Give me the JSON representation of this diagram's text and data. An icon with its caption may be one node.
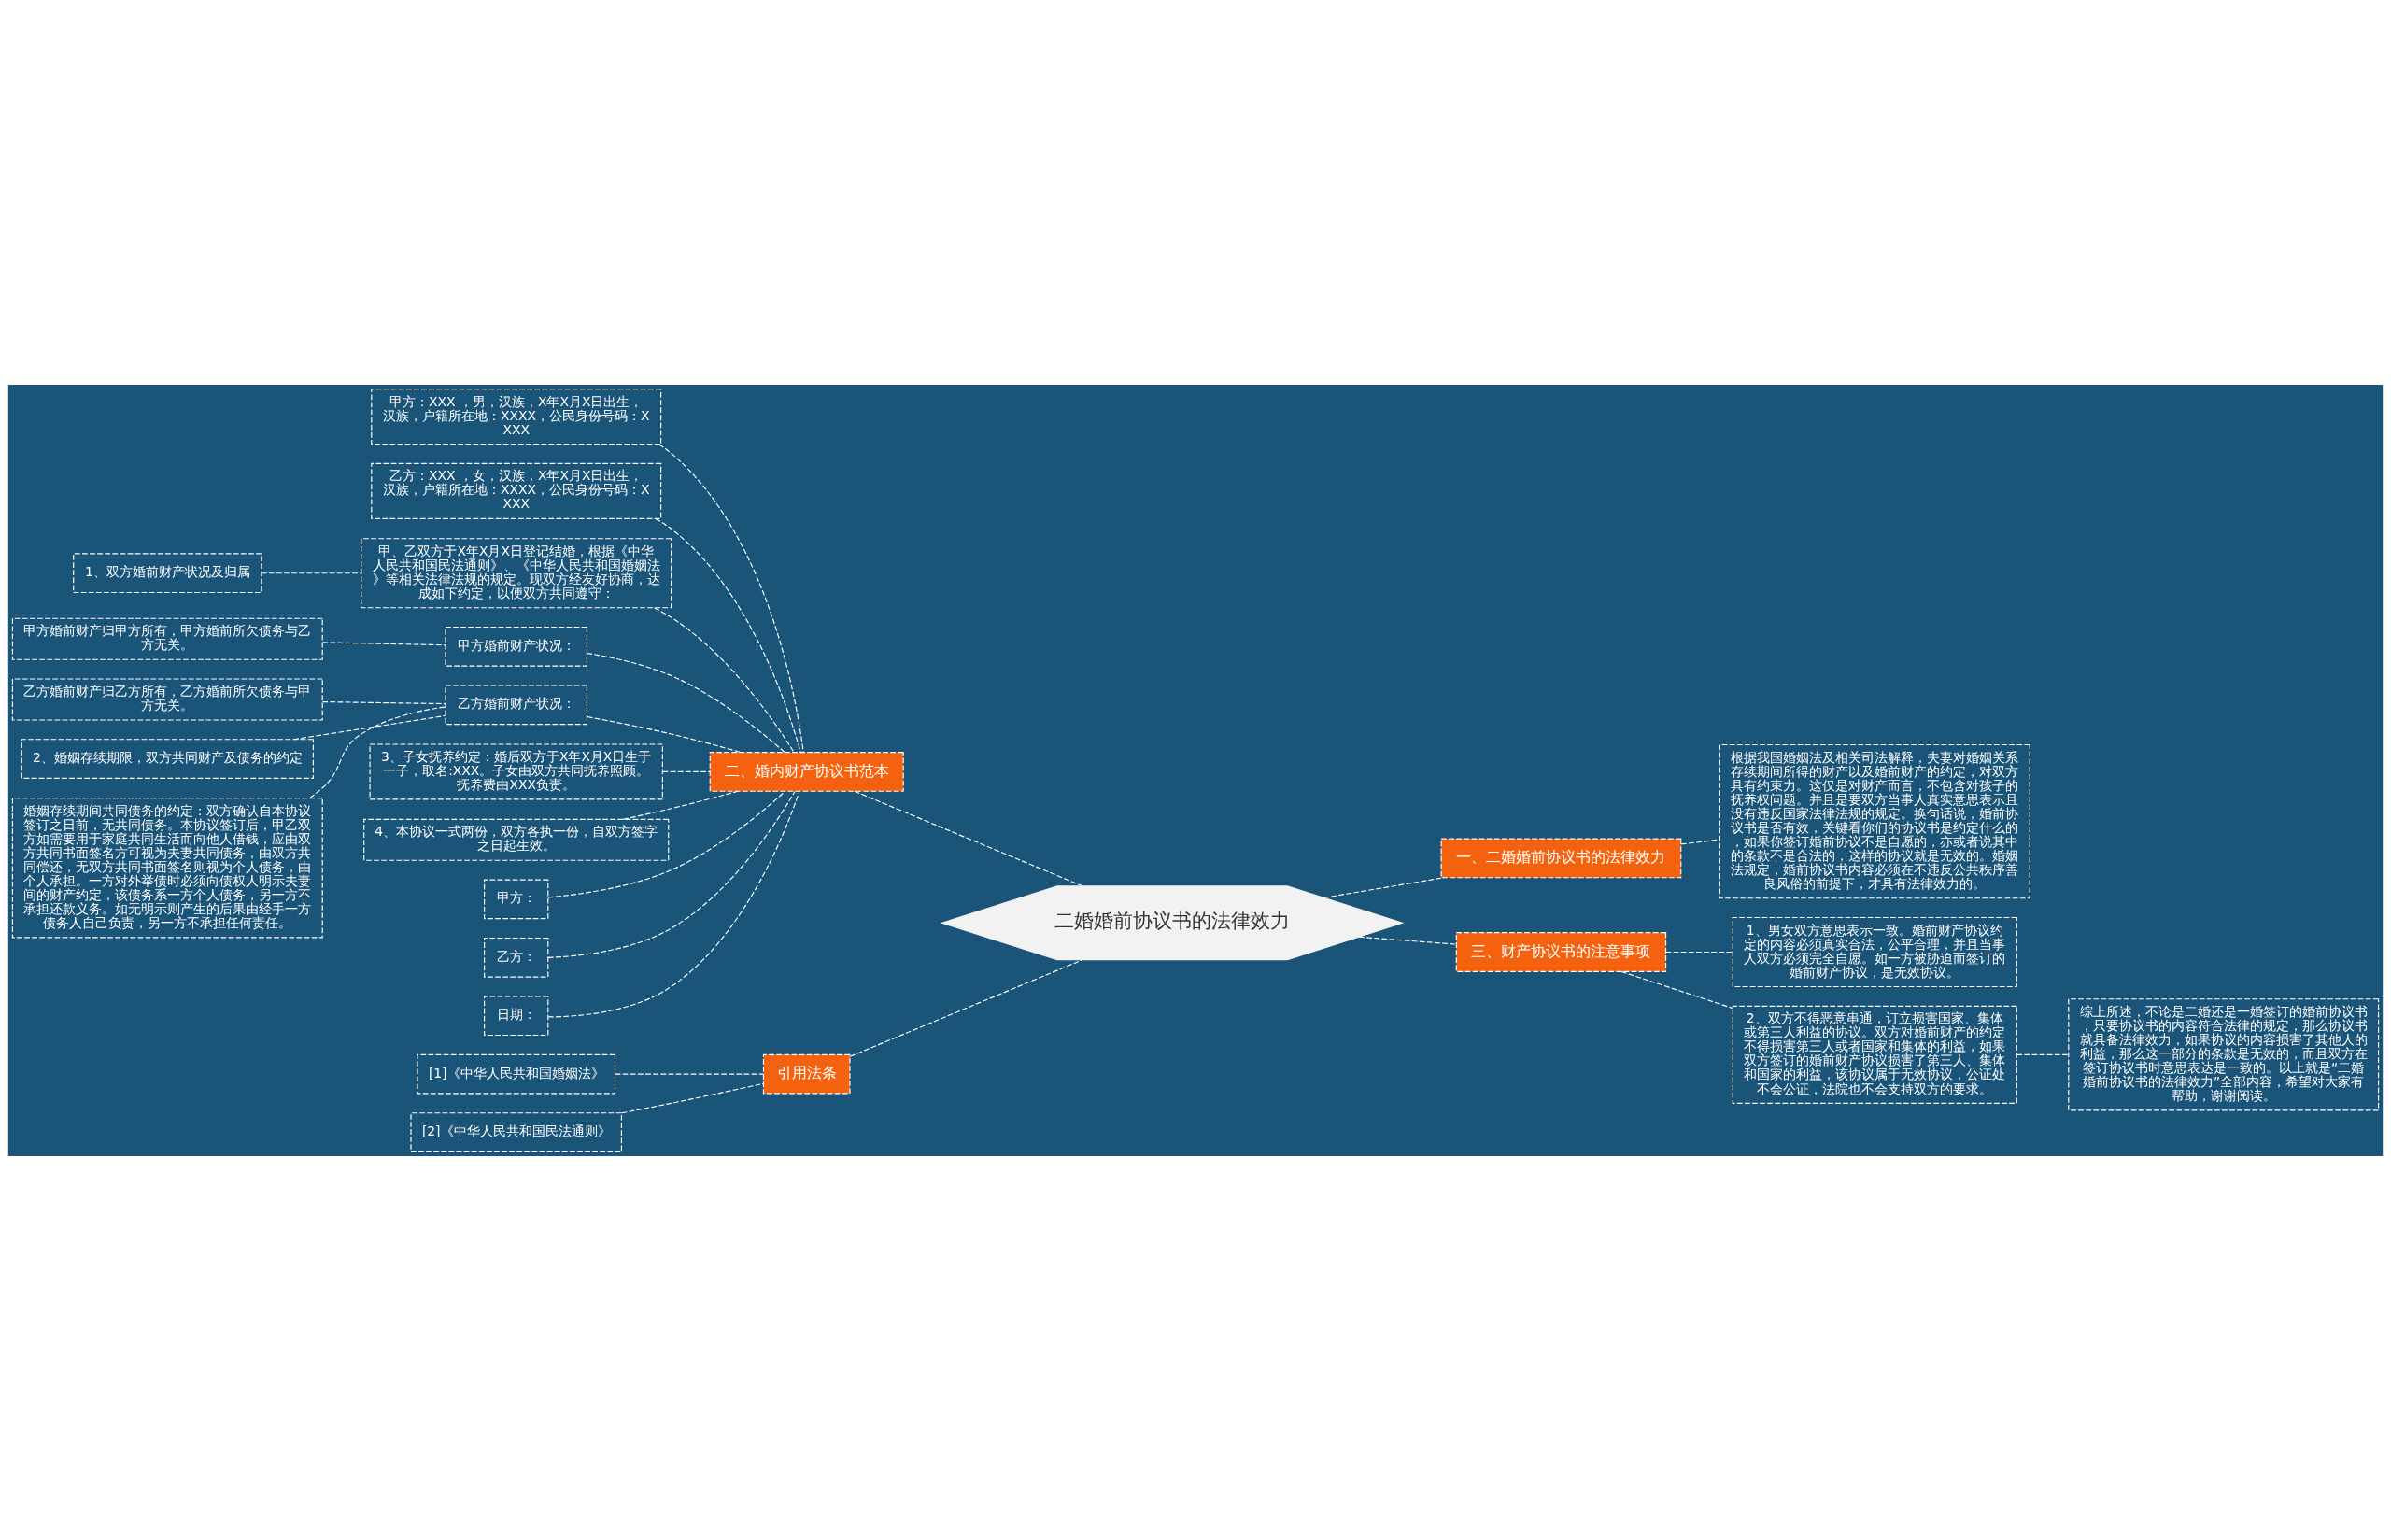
{
  "diagram": {
    "nodes": [
      {
        "text": [
          "二婚婚前协议书的法律效力"
        ]
      },
      {
        "text": [
          "一、二婚婚前协议书的法律效力"
        ]
      },
      {
        "text": [
          "根据我国婚姻法及相关司法解释，夫妻对婚姻关系存续期间所得的财产以及婚前财产的约定，对双方具有约束力。这仅是对财产而言，不包含对孩子的抚养权问题。并且是要双方当事人真实意思表示且没有违反国家法律法规的规定。换句话说，婚前协议书是否有效，关键看你们的协议书是约定什么的，如果你签订婚前协议不是自愿的，亦或者说其中的条款不是合法的，这样的协议就是无效的。婚姻法规定，婚前协议书内容必须在不违反公共秩序善良风俗的前提下，才具有法律效力的。"
        ]
      },
      {
        "text": [
          "三、财产协议书的注意事项"
        ]
      },
      {
        "text": [
          "1、男女双方意思表示一致。婚前财产协议约定的内容必须真实合法，公平合理，并且当事人双方必须完全自愿。如一方被胁迫而签订的婚前财产协议，是无效协议。"
        ]
      },
      {
        "text": [
          "2、双方不得恶意串通，订立损害国家、集体或第三人利益的协议。双方对婚前财产的约定不得损害第三人或者国家和集体的利益，如果双方签订的婚前财产协议损害了第三人、集体和国家的利益，该协议属于无效协议，公证处不会公证，法院也不会支持双方的要求。"
        ]
      },
      {
        "text": [
          "综上所述，不论是二婚还是一婚签订的婚前协议书，只要协议书的内容符合法律的规定，那么协议书就具备法律效力，如果协议的内容损害了其他人的利益，那么这一部分的条款是无效的，而且双方在签订协议书时意思表达是一致的。以上就是“二婚婚前协议书的法律效力”全部内容，希望对大家有帮助，谢谢阅读。"
        ]
      },
      {
        "text": [
          "二、婚内财产协议书范本"
        ]
      },
      {
        "text": [
          "甲方：XXX ，男，汉族，X年X月X日出生，汉族，户籍所在地：XXXX，公民身份号码：XXXX"
        ]
      },
      {
        "text": [
          "乙方：XXX ，女，汉族，X年X月X日出生，汉族，户籍所在地：XXXX，公民身份号码：XXXX"
        ]
      },
      {
        "text": [
          "甲、乙双方于X年X月X日登记结婚，根据《中华人民共和国民法通则》、《中华人民共和国婚姻法》等相关法律法规的规定。现双方经友好协商，达成如下约定，以便双方共同遵守："
        ]
      },
      {
        "text": [
          "1、双方婚前财产状况及归属"
        ]
      },
      {
        "text": [
          "甲方婚前财产状况："
        ]
      },
      {
        "text": [
          "甲方婚前财产归甲方所有，甲方婚前所欠债务与乙方无关。"
        ]
      },
      {
        "text": [
          "乙方婚前财产状况："
        ]
      },
      {
        "text": [
          "乙方婚前财产归乙方所有，乙方婚前所欠债务与甲方无关。"
        ]
      },
      {
        "text": [
          "2、婚姻存续期限，双方共同财产及债务的约定"
        ]
      },
      {
        "text": [
          "婚姻存续期间共同债务的约定：双方确认自本协议签订之日前，无共同债务。本协议签订后，甲乙双方如需要用于家庭共同生活而向他人借钱，应由双方共同书面签名方可视为夫妻共同债务，由双方共同偿还，无双方共同书面签名则视为个人债务，由个人承担。一方对外举债时必须向债权人明示夫妻间的财产约定，该债务系一方个人债务，另一方不承担还款义务。如无明示则产生的后果由经手一方债务人自己负责，另一方不承担任何责任。"
        ]
      },
      {
        "text": [
          "3、子女抚养约定：婚后双方于X年X月X日生于一子，取名:XXX。子女由双方共同抚养照顾。抚养费由XXX负责。"
        ]
      },
      {
        "text": [
          "4、本协议一式两份，双方各执一份，自双方签字之日起生效。"
        ]
      },
      {
        "text": [
          "甲方："
        ]
      },
      {
        "text": [
          "乙方："
        ]
      },
      {
        "text": [
          "日期："
        ]
      },
      {
        "text": [
          "引用法条"
        ]
      },
      {
        "text": [
          "[1]《中华人民共和国婚姻法》"
        ]
      },
      {
        "text": [
          "[2]《中华人民共和国民法通则》"
        ]
      }
    ],
    "edges": [
      {
        "from": 0,
        "to": 1,
        "arrow": "none"
      },
      {
        "from": 1,
        "to": 2,
        "arrow": "none"
      },
      {
        "from": 0,
        "to": 3,
        "arrow": "none"
      },
      {
        "from": 3,
        "to": 4,
        "arrow": "none"
      },
      {
        "from": 3,
        "to": 5,
        "arrow": "none"
      },
      {
        "from": 5,
        "to": 6,
        "arrow": "none"
      },
      {
        "from": 0,
        "to": 7,
        "arrow": "none"
      },
      {
        "from": 7,
        "to": 8,
        "arrow": "none"
      },
      {
        "from": 7,
        "to": 9,
        "arrow": "none"
      },
      {
        "from": 7,
        "to": 10,
        "arrow": "none"
      },
      {
        "from": 10,
        "to": 11,
        "arrow": "none"
      },
      {
        "from": 7,
        "to": 12,
        "arrow": "none"
      },
      {
        "from": 12,
        "to": 13,
        "arrow": "none"
      },
      {
        "from": 7,
        "to": 14,
        "arrow": "none"
      },
      {
        "from": 14,
        "to": 15,
        "arrow": "none"
      },
      {
        "from": 14,
        "to": 16,
        "arrow": "none"
      },
      {
        "from": 14,
        "to": 17,
        "arrow": "none"
      },
      {
        "from": 7,
        "to": 18,
        "arrow": "none"
      },
      {
        "from": 7,
        "to": 19,
        "arrow": "none"
      },
      {
        "from": 7,
        "to": 20,
        "arrow": "none"
      },
      {
        "from": 7,
        "to": 21,
        "arrow": "none"
      },
      {
        "from": 7,
        "to": 22,
        "arrow": "none"
      },
      {
        "from": 0,
        "to": 23,
        "arrow": "none"
      },
      {
        "from": 23,
        "to": 24,
        "arrow": "none"
      },
      {
        "from": 23,
        "to": 25,
        "arrow": "none"
      }
    ]
  }
}
